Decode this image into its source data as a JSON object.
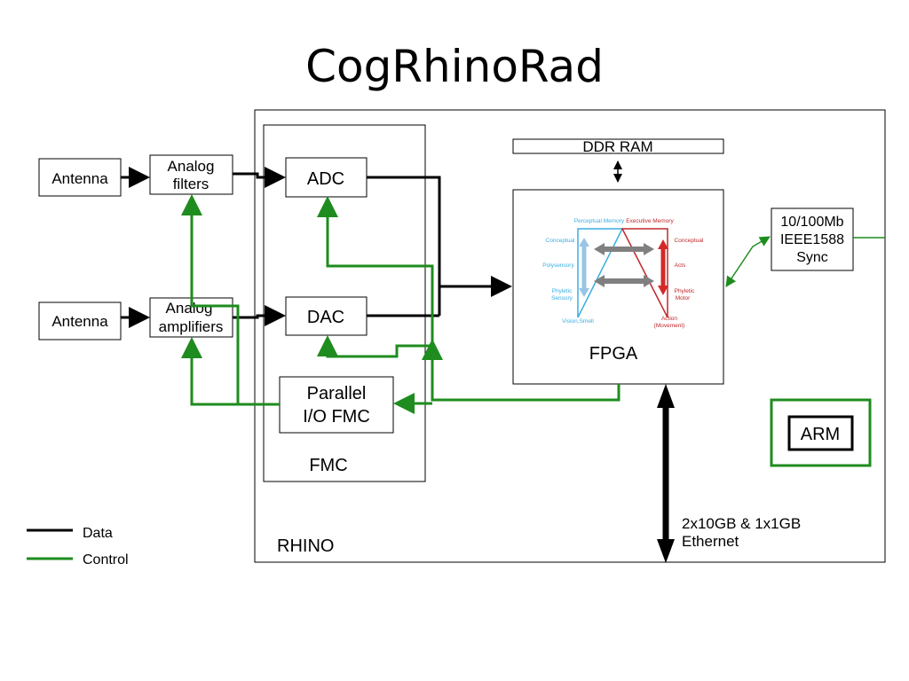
{
  "title": "CogRhinoRad",
  "colors": {
    "data": "#000000",
    "control": "#1e8c1e",
    "perceptual": "#3aaee0",
    "executive": "#c0282a",
    "arrow_gray": "#808080"
  },
  "blocks": {
    "antenna_top": "Antenna",
    "antenna_bottom": "Antenna",
    "analog_filters": [
      "Analog",
      "filters"
    ],
    "analog_amplifiers": [
      "Analog",
      "amplifiers"
    ],
    "adc": "ADC",
    "dac": "DAC",
    "parallel_io": [
      "Parallel",
      "I/O FMC"
    ],
    "fmc": "FMC",
    "rhino": "RHINO",
    "ddr_ram": "DDR RAM",
    "fpga": "FPGA",
    "sync": [
      "10/100Mb",
      "IEEE1588",
      "Sync"
    ],
    "arm": "ARM",
    "ethernet": [
      "2x10GB & 1x1GB",
      "Ethernet"
    ]
  },
  "cognitive": {
    "perceptual_memory": "Perceptual Memory",
    "executive_memory": "Executive Memory",
    "left": [
      "Conceptual",
      "Polysensory",
      "Phyletic",
      "Sensory",
      "Vision,Smell"
    ],
    "right": [
      "Conceptual",
      "Acts",
      "Phyletic",
      "Motor",
      "Action",
      "(Movement)"
    ]
  },
  "legend": {
    "data": "Data",
    "control": "Control"
  }
}
